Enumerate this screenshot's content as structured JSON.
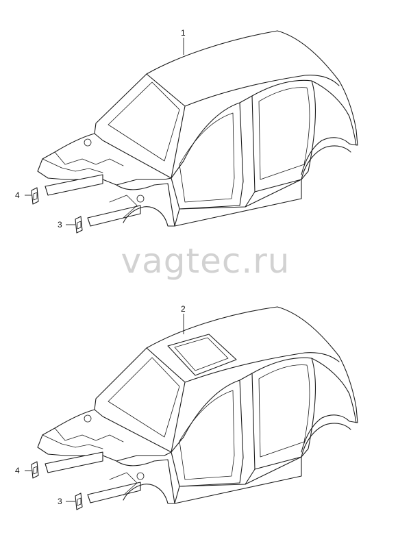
{
  "watermark": "vagtec.ru",
  "callouts": {
    "body_1": "1",
    "body_2": "2",
    "part_3_top": "3",
    "part_4_top": "4",
    "part_3_bottom": "3",
    "part_4_bottom": "4"
  },
  "colors": {
    "line": "#1a1a1a",
    "watermark": "#d2d2d2",
    "background": "#ffffff"
  }
}
